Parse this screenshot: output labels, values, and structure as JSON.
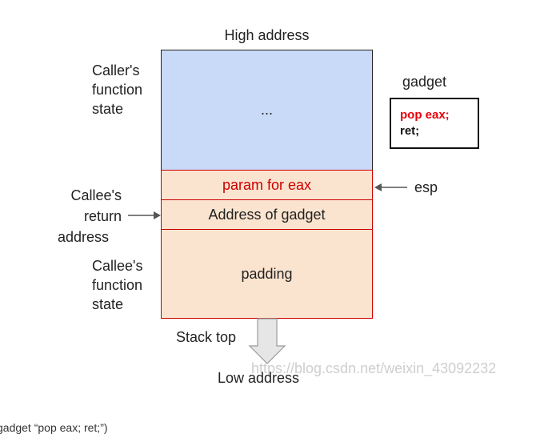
{
  "labels": {
    "high_address": "High address",
    "low_address": "Low address",
    "stack_top": "Stack top",
    "gadget_title": "gadget",
    "esp": "esp",
    "caller_state": [
      "Caller's",
      "function",
      "state"
    ],
    "callee_return": [
      "Callee's",
      "return",
      "address"
    ],
    "callee_state": [
      "Callee's",
      "function",
      "state"
    ]
  },
  "stack": {
    "caller_frame": "...",
    "param": "param for eax",
    "gadget_address": "Address of gadget",
    "padding": "padding"
  },
  "gadget_code": [
    "pop eax;",
    "ret;"
  ],
  "watermark": "https://blog.csdn.net/weixin_43092232",
  "caption": "gadget “pop eax; ret;”)",
  "colors": {
    "caller_fill": "#c9d9f8",
    "frame_fill": "#fbe4cf",
    "frame_border": "#cc0000",
    "param_text": "#cc0000",
    "gadget_first_line": "#e8000b"
  }
}
